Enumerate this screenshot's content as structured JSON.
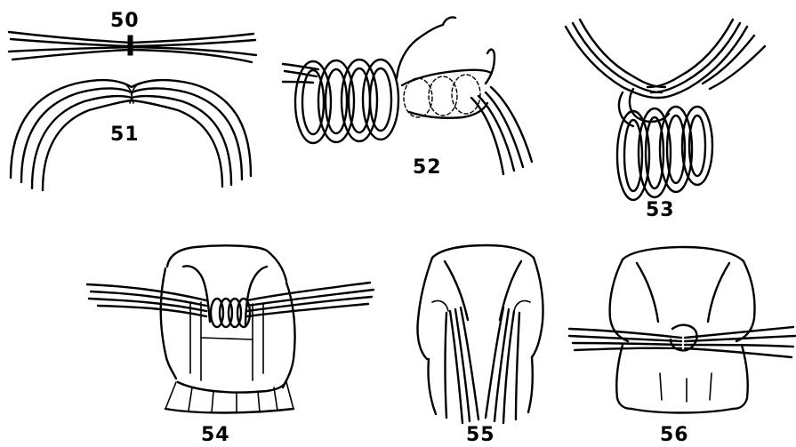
{
  "figures": [
    {
      "number": "50"
    },
    {
      "number": "51"
    },
    {
      "number": "52"
    },
    {
      "number": "53"
    },
    {
      "number": "54"
    },
    {
      "number": "55"
    },
    {
      "number": "56"
    }
  ]
}
